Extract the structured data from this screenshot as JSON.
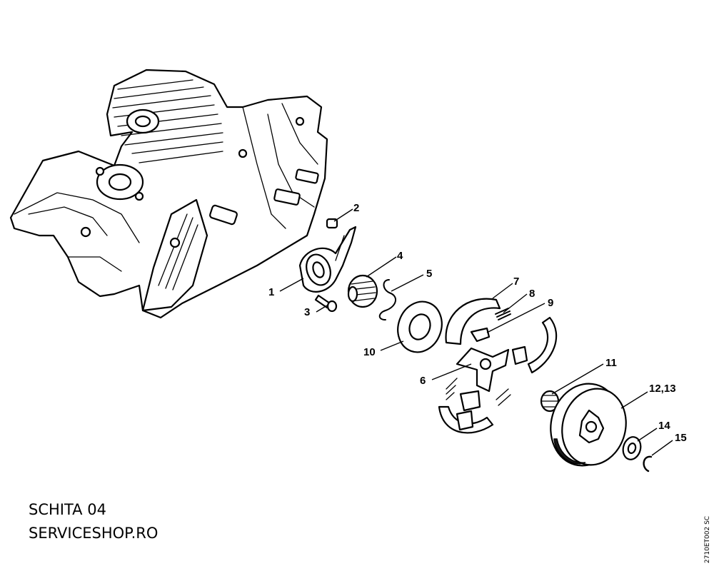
{
  "caption": {
    "line1": "SCHITA 04",
    "line2": "SERVICESHOP.RO"
  },
  "drawing_code": "2710ET002 SC",
  "parts": [
    {
      "label": "1"
    },
    {
      "label": "2"
    },
    {
      "label": "3"
    },
    {
      "label": "4"
    },
    {
      "label": "5"
    },
    {
      "label": "6"
    },
    {
      "label": "7"
    },
    {
      "label": "8"
    },
    {
      "label": "9"
    },
    {
      "label": "10"
    },
    {
      "label": "11"
    },
    {
      "label": "12,13"
    },
    {
      "label": "14"
    },
    {
      "label": "15"
    }
  ],
  "colors": {
    "line": "#000000",
    "background": "#ffffff"
  }
}
